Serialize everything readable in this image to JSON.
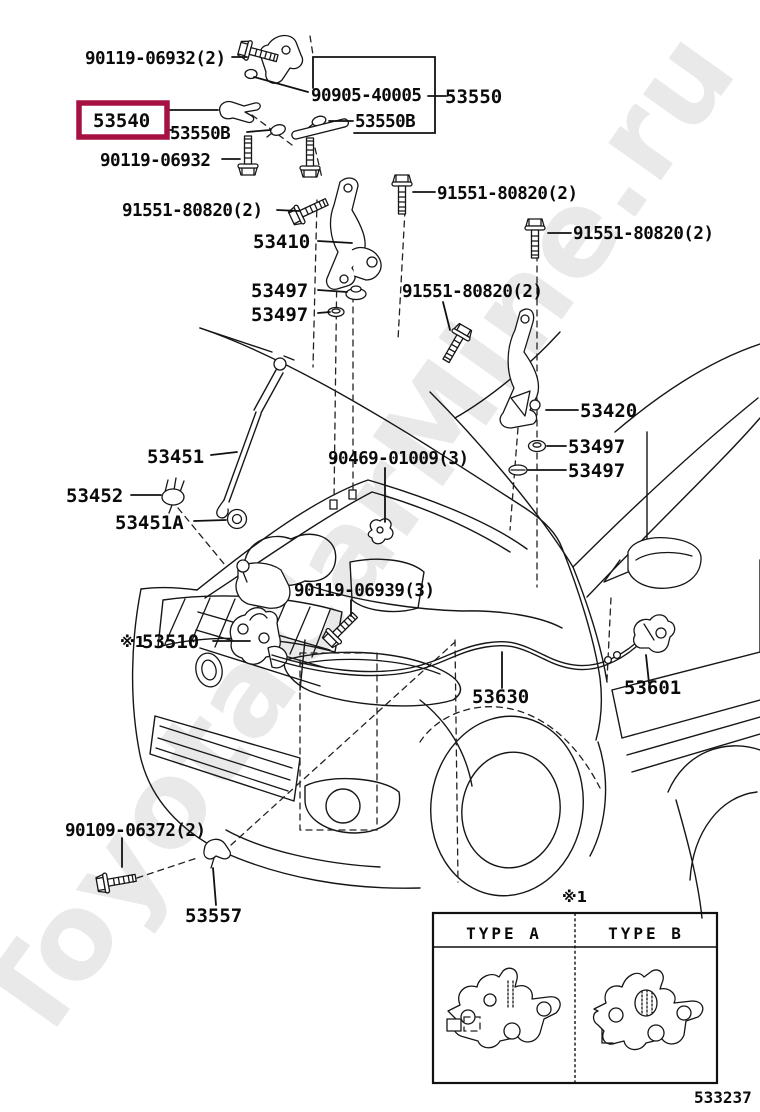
{
  "watermark": {
    "text": "ToyotaCarMine.ru",
    "color": "#e9e9e9"
  },
  "highlight": {
    "part_number": "53540",
    "box_color": "#a51140"
  },
  "figure_code": "533237",
  "footnote_marker": "※1",
  "type_table": {
    "header_a": "TYPE A",
    "header_b": "TYPE B"
  },
  "labels": {
    "bolt_hinge_pair": "90119-06932(2)",
    "washer": "90905-40005",
    "support_assy": "53550",
    "support_rod": "53540",
    "clip_right": "53550B",
    "clip_left": "53550B",
    "bolt_hinge_single": "90119-06932",
    "bolt_91551_left": "91551-80820(2)",
    "bolt_91551_top": "91551-80820(2)",
    "hinge_rh": "53410",
    "bolt_91551_right": "91551-80820(2)",
    "grommet_a": "53497",
    "grommet_b": "53497",
    "bolt_91551_mid": "91551-80820(2)",
    "hinge_lh": "53420",
    "grommet_c": "53497",
    "grommet_d": "53497",
    "hood_support": "53451",
    "clip_90469": "90469-01009(3)",
    "holder_53452": "53452",
    "grommet_53451A": "53451A",
    "bolt_90119_06939": "90119-06939(3)",
    "lock_prefix": "※1",
    "lock_number": "53510",
    "release_cable": "53630",
    "release_lever": "53601",
    "bolt_90109": "90109-06372(2)",
    "clip_53557": "53557"
  }
}
